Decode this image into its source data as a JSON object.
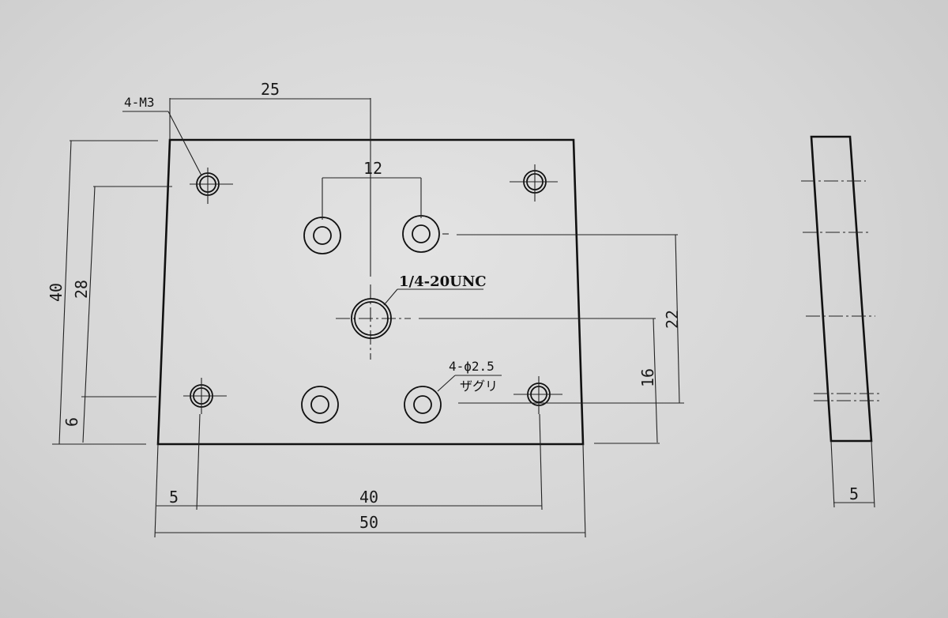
{
  "drawing": {
    "front_view": {
      "dimensions": {
        "width_overall": "50",
        "hole_spacing_x": "40",
        "edge_offset_x": "5",
        "height_overall": "40",
        "hole_spacing_y": "28",
        "edge_offset_y": "6",
        "top_to_center": "25",
        "counterbore_spacing_x": "12",
        "counterbore_spacing_y": "22",
        "center_height": "16"
      },
      "callouts": {
        "m3_holes": "4-M3",
        "center_thread": "1/4-20UNC",
        "counterbore_line1": "4-ϕ2.5",
        "counterbore_line2": "ザグリ"
      }
    },
    "side_view": {
      "dimensions": {
        "thickness": "5"
      }
    }
  }
}
